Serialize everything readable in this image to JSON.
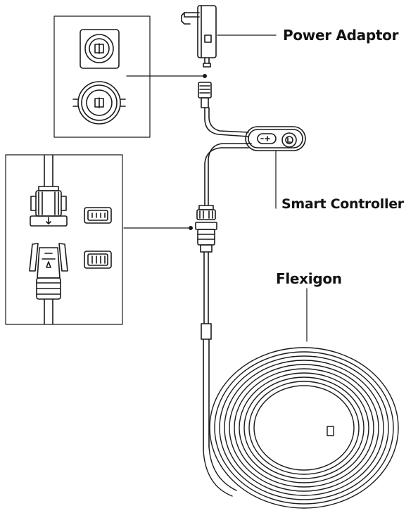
{
  "labels": {
    "power_adaptor": "Power Adaptor",
    "smart_controller": "Smart Controller",
    "flexigon": "Flexigon"
  },
  "colors": {
    "line": "#1a1a1a",
    "background": "#ffffff"
  },
  "icons": {
    "adaptor": "wall-plug-adaptor-icon",
    "controller": "inline-remote-controller-icon",
    "connector": "waterproof-connector-icon",
    "light_coil": "coiled-light-strip-icon"
  }
}
